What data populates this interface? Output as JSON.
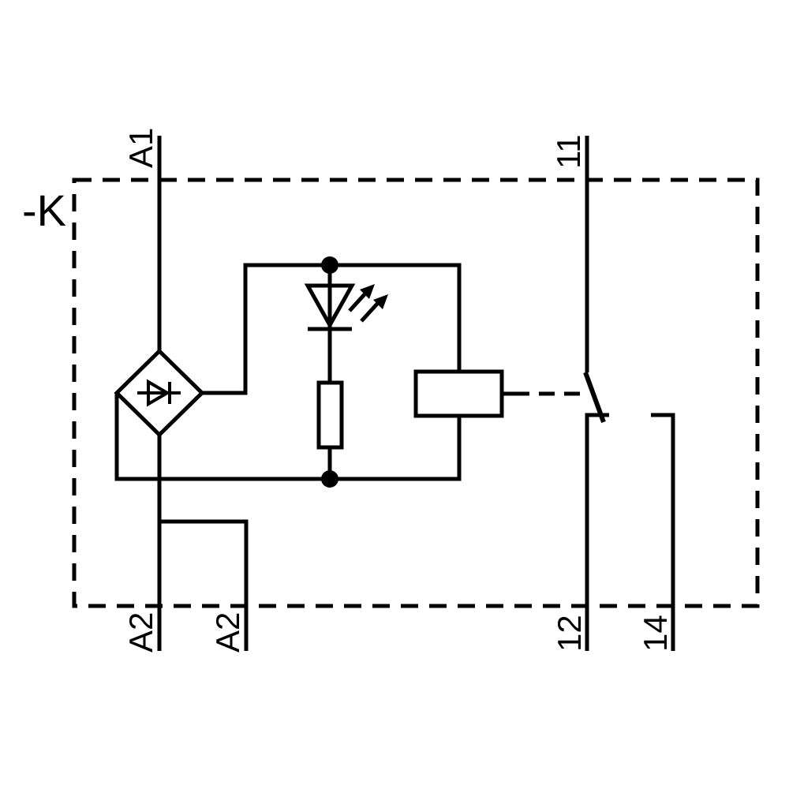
{
  "diagram": {
    "device_label": "-K",
    "terminals": {
      "coil_plus": "A1",
      "coil_minus_1": "A2",
      "coil_minus_2": "A2",
      "contact_common": "11",
      "contact_nc": "12",
      "contact_no": "14"
    },
    "colors": {
      "line": "#000000",
      "background": "#ffffff"
    }
  }
}
